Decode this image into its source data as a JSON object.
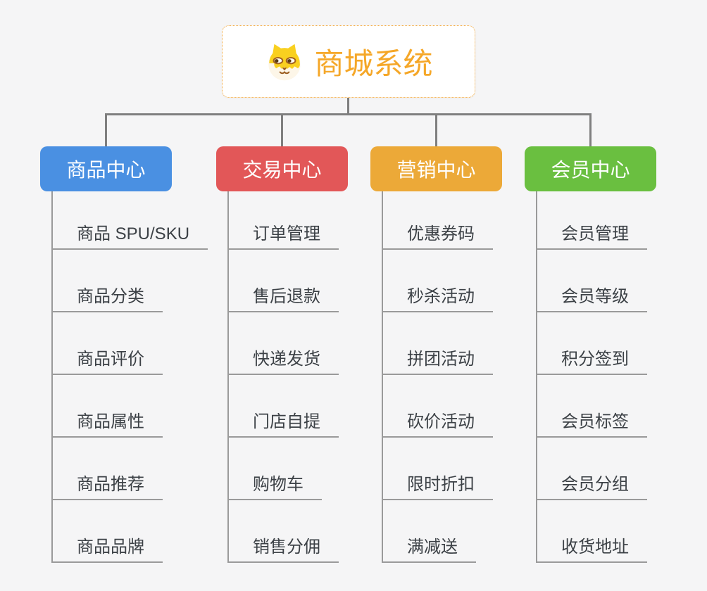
{
  "root": {
    "title": "商城系统",
    "icon": "shiba-dog-icon"
  },
  "branches": [
    {
      "label": "商品中心",
      "color": "#4a90e2",
      "children": [
        "商品 SPU/SKU",
        "商品分类",
        "商品评价",
        "商品属性",
        "商品推荐",
        "商品品牌"
      ]
    },
    {
      "label": "交易中心",
      "color": "#e25758",
      "children": [
        "订单管理",
        "售后退款",
        "快递发货",
        "门店自提",
        "购物车",
        "销售分佣"
      ]
    },
    {
      "label": "营销中心",
      "color": "#eca938",
      "children": [
        "优惠券码",
        "秒杀活动",
        "拼团活动",
        "砍价活动",
        "限时折扣",
        "满减送"
      ]
    },
    {
      "label": "会员中心",
      "color": "#6abf40",
      "children": [
        "会员管理",
        "会员等级",
        "积分签到",
        "会员标签",
        "会员分组",
        "收货地址"
      ]
    }
  ],
  "colors": {
    "background": "#f5f5f6",
    "connector": "#7f7f7f",
    "child_line": "#9a9a9a",
    "child_text": "#3c4146",
    "root_accent": "#f5a728",
    "root_border": "#f3a73a",
    "dog_yellow": "#f9d020",
    "dog_cream": "#fdf6e8",
    "dog_brown": "#9c5f22"
  }
}
